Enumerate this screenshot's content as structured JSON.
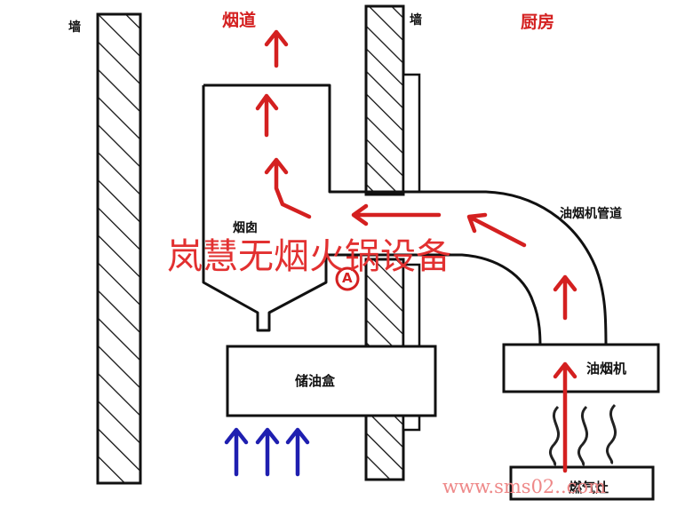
{
  "labels": {
    "wall_left": "墙",
    "flue_duct": "烟道",
    "wall_right": "墙",
    "kitchen": "厨房",
    "chimney": "烟囱",
    "hood_duct": "油烟机管道",
    "point_a": "A",
    "oil_box": "储油盒",
    "range_hood": "油烟机",
    "gas_stove": "燃气灶"
  },
  "watermark": {
    "text": "岚慧无烟火锅设备",
    "url": "www.sms02..com"
  },
  "colors": {
    "airflow": "#d42020",
    "intake": "#1f1fb0",
    "line": "#111111",
    "watermark": "#e23030"
  }
}
